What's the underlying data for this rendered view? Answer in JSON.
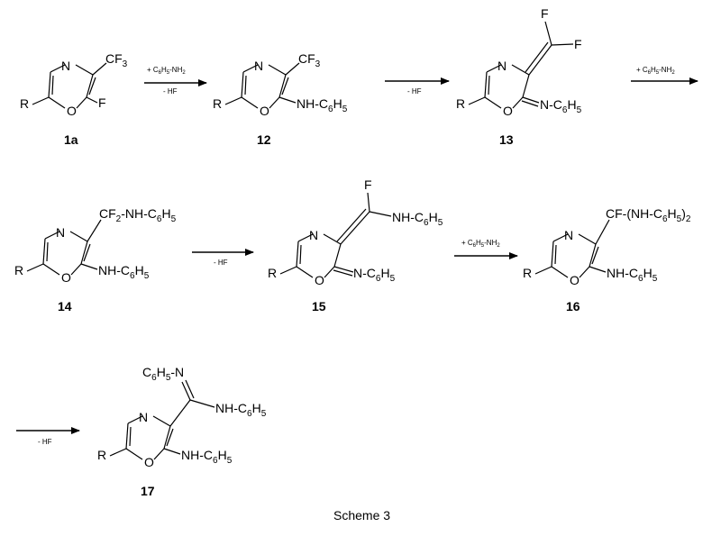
{
  "caption": "Scheme 3",
  "atoms": {
    "N": "N",
    "O": "O",
    "R": "R",
    "F": "F"
  },
  "compounds": [
    {
      "id": "1a",
      "substituents": [
        "CF3",
        "F"
      ]
    },
    {
      "id": "12",
      "substituents": [
        "CF3",
        "NH-C6H5"
      ]
    },
    {
      "id": "13",
      "substituents": [
        "CF2 (exocyclic)",
        "N-C6H5"
      ]
    },
    {
      "id": "14",
      "substituents": [
        "CF2-NH-C6H5",
        "NH-C6H5"
      ]
    },
    {
      "id": "15",
      "substituents": [
        "C(F)NH-C6H5 (exocyclic)",
        "N-C6H5"
      ]
    },
    {
      "id": "16",
      "substituents": [
        "CF-(NH-C6H5)2",
        "NH-C6H5"
      ]
    },
    {
      "id": "17",
      "substituents": [
        "C(=N-C6H5)NH-C6H5",
        "NH-C6H5"
      ]
    }
  ],
  "reagents": {
    "aniline": "+ C6H5-NH2",
    "minus_hf": "- HF"
  }
}
